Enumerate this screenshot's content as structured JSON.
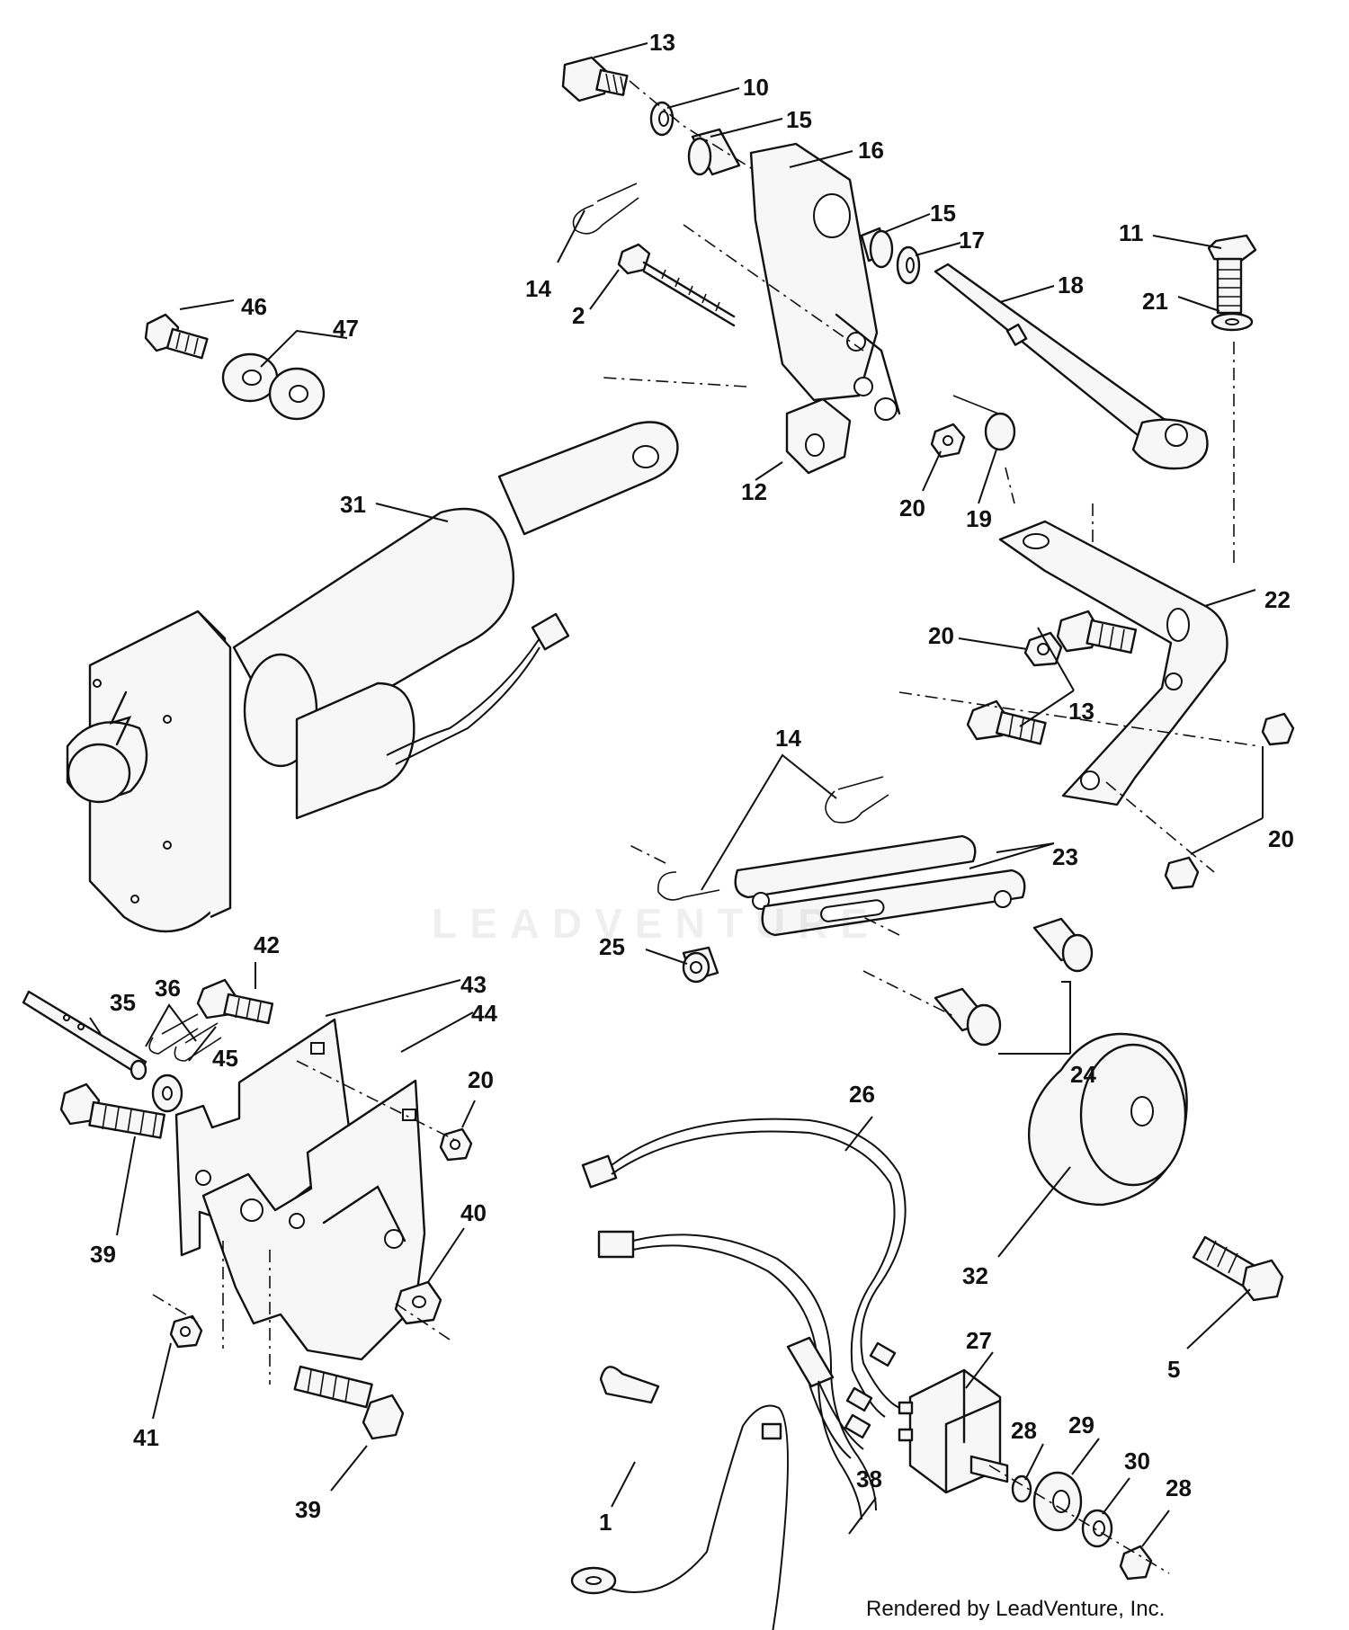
{
  "watermark": "LEADVENTURE",
  "credit": "Rendered by LeadVenture, Inc.",
  "callouts": [
    {
      "id": "c13a",
      "text": "13"
    },
    {
      "id": "c10",
      "text": "10"
    },
    {
      "id": "c15a",
      "text": "15"
    },
    {
      "id": "c16",
      "text": "16"
    },
    {
      "id": "c15b",
      "text": "15"
    },
    {
      "id": "c17",
      "text": "17"
    },
    {
      "id": "c11",
      "text": "11"
    },
    {
      "id": "c14a",
      "text": "14"
    },
    {
      "id": "c2",
      "text": "2"
    },
    {
      "id": "c18",
      "text": "18"
    },
    {
      "id": "c21",
      "text": "21"
    },
    {
      "id": "c46",
      "text": "46"
    },
    {
      "id": "c47",
      "text": "47"
    },
    {
      "id": "c12",
      "text": "12"
    },
    {
      "id": "c20a",
      "text": "20"
    },
    {
      "id": "c19",
      "text": "19"
    },
    {
      "id": "c31",
      "text": "31"
    },
    {
      "id": "c22",
      "text": "22"
    },
    {
      "id": "c20b",
      "text": "20"
    },
    {
      "id": "c13b",
      "text": "13"
    },
    {
      "id": "c14b",
      "text": "14"
    },
    {
      "id": "c20c",
      "text": "20"
    },
    {
      "id": "c23",
      "text": "23"
    },
    {
      "id": "c25",
      "text": "25"
    },
    {
      "id": "c24",
      "text": "24"
    },
    {
      "id": "c42",
      "text": "42"
    },
    {
      "id": "c43",
      "text": "43"
    },
    {
      "id": "c44",
      "text": "44"
    },
    {
      "id": "c35",
      "text": "35"
    },
    {
      "id": "c36",
      "text": "36"
    },
    {
      "id": "c45",
      "text": "45"
    },
    {
      "id": "c20d",
      "text": "20"
    },
    {
      "id": "c39a",
      "text": "39"
    },
    {
      "id": "c40",
      "text": "40"
    },
    {
      "id": "c41",
      "text": "41"
    },
    {
      "id": "c39b",
      "text": "39"
    },
    {
      "id": "c26",
      "text": "26"
    },
    {
      "id": "c32",
      "text": "32"
    },
    {
      "id": "c5",
      "text": "5"
    },
    {
      "id": "c27",
      "text": "27"
    },
    {
      "id": "c1",
      "text": "1"
    },
    {
      "id": "c28a",
      "text": "28"
    },
    {
      "id": "c29",
      "text": "29"
    },
    {
      "id": "c30",
      "text": "30"
    },
    {
      "id": "c28b",
      "text": "28"
    },
    {
      "id": "c38",
      "text": "38"
    }
  ]
}
